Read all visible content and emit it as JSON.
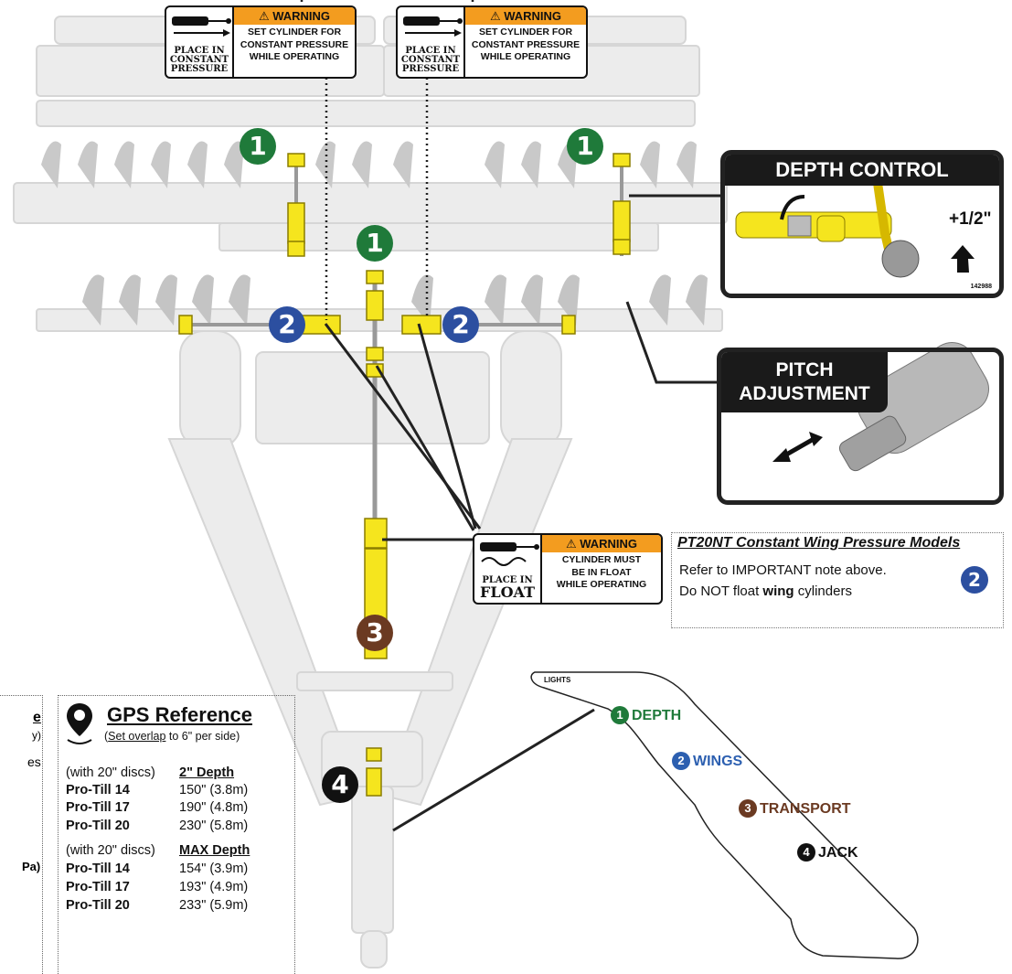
{
  "warning_top": {
    "header": "⚠ WARNING",
    "body": [
      "SET CYLINDER FOR",
      "CONSTANT PRESSURE",
      "WHILE OPERATING"
    ],
    "place": [
      "PLACE IN",
      "CONSTANT",
      "PRESSURE"
    ]
  },
  "warning_float": {
    "header": "⚠ WARNING",
    "body": [
      "CYLINDER MUST",
      "BE IN FLOAT",
      "WHILE OPERATING"
    ],
    "place": [
      "PLACE IN",
      "FLOAT"
    ]
  },
  "depth_control": {
    "title": "DEPTH CONTROL",
    "increment": "+1/2\"",
    "part_no": "142988"
  },
  "pitch_adjustment": {
    "title": [
      "PITCH",
      "ADJUSTMENT"
    ]
  },
  "badges": {
    "depth": "1",
    "wings": "2",
    "transport": "3",
    "jack": "4"
  },
  "pt20nt_note": {
    "title": "PT20NT Constant Wing Pressure Models",
    "line1": "Refer to IMPORTANT note above.",
    "line2_prefix": "Do NOT float ",
    "line2_bold": "wing",
    "line2_suffix": " cylinders",
    "badge": "2"
  },
  "decal": {
    "lights": "LIGHTS",
    "items": [
      {
        "num": "1",
        "label": "DEPTH",
        "color": "#1f7a3a"
      },
      {
        "num": "2",
        "label": "WINGS",
        "color": "#2c5fb0"
      },
      {
        "num": "3",
        "label": "TRANSPORT",
        "color": "#6b3a22"
      },
      {
        "num": "4",
        "label": "JACK",
        "color": "#111111"
      }
    ]
  },
  "gps": {
    "title": "GPS Reference",
    "subtitle_link": "Set overlap",
    "subtitle_rest": " to 6\" per side)",
    "group1": {
      "note": "(with 20\" discs)",
      "header": "2\" Depth",
      "rows": [
        {
          "model": "Pro-Till 14",
          "value": "150\" (3.8m)"
        },
        {
          "model": "Pro-Till 17",
          "value": "190\" (4.8m)"
        },
        {
          "model": "Pro-Till 20",
          "value": "230\" (5.8m)"
        }
      ]
    },
    "group2": {
      "note": "(with 20\" discs)",
      "header": "MAX Depth",
      "rows": [
        {
          "model": "Pro-Till 14",
          "value": "154\" (3.9m)"
        },
        {
          "model": "Pro-Till 17",
          "value": "193\" (4.9m)"
        },
        {
          "model": "Pro-Till 20",
          "value": "233\" (5.9m)"
        }
      ]
    }
  },
  "left_cutoff": {
    "frag1": "e",
    "frag2": "y)",
    "frag3": "es",
    "frag4": "Pa)"
  },
  "colors": {
    "cylinder": "#f5e51e",
    "cylinder_stroke": "#8a7d00",
    "frame": "#ececec",
    "frame_stroke": "#d2d2d2",
    "warning_orange": "#f39c1f"
  }
}
